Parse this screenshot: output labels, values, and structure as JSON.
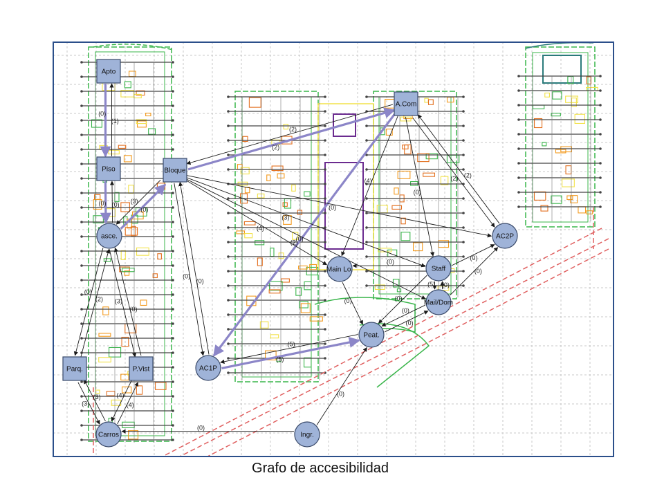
{
  "caption": "Grafo de accesibilidad",
  "colors": {
    "node_fill": "#9fb3d8",
    "node_stroke": "#3a4a6a",
    "highlight_edge": "#8c86c8",
    "edge": "#1a1a1a",
    "frame": "#2b4f8a"
  },
  "nodes": [
    {
      "id": "apto",
      "label": "Apto",
      "shape": "square"
    },
    {
      "id": "piso",
      "label": "Piso",
      "shape": "square"
    },
    {
      "id": "bloque",
      "label": "Bloque",
      "shape": "square"
    },
    {
      "id": "acom",
      "label": "A.Com",
      "shape": "square"
    },
    {
      "id": "asce",
      "label": "asce.",
      "shape": "circle"
    },
    {
      "id": "ac2p",
      "label": "AC2P",
      "shape": "circle"
    },
    {
      "id": "mainlo",
      "label": "Main Lo.",
      "shape": "circle"
    },
    {
      "id": "staff",
      "label": "Staff",
      "shape": "circle"
    },
    {
      "id": "maildom",
      "label": "Mail/Dom",
      "shape": "circle"
    },
    {
      "id": "peat",
      "label": "Peat.",
      "shape": "circle"
    },
    {
      "id": "ac1p",
      "label": "AC1P",
      "shape": "circle"
    },
    {
      "id": "parq",
      "label": "Parq.",
      "shape": "square"
    },
    {
      "id": "pvist",
      "label": "P.Vist",
      "shape": "square"
    },
    {
      "id": "carros",
      "label": "Carros",
      "shape": "circle"
    },
    {
      "id": "ingr",
      "label": "Ingr.",
      "shape": "circle"
    }
  ],
  "edges": [
    {
      "from": "apto",
      "to": "piso",
      "label": "(0)",
      "highlight": true
    },
    {
      "from": "piso",
      "to": "apto",
      "label": "(1)",
      "highlight": false
    },
    {
      "from": "piso",
      "to": "asce",
      "label": "(0)",
      "highlight": true
    },
    {
      "from": "asce",
      "to": "piso",
      "label": "(0)",
      "highlight": false
    },
    {
      "from": "asce",
      "to": "bloque",
      "label": "(0)",
      "highlight": true
    },
    {
      "from": "bloque",
      "to": "asce",
      "label": "(3)",
      "highlight": false
    },
    {
      "from": "bloque",
      "to": "acom",
      "label": "(2)",
      "highlight": true
    },
    {
      "from": "acom",
      "to": "bloque",
      "label": "(2)",
      "highlight": false
    },
    {
      "from": "acom",
      "to": "ac1p",
      "label": "(2)",
      "highlight": true
    },
    {
      "from": "ac1p",
      "to": "peat",
      "label": "(5)",
      "highlight": true
    },
    {
      "from": "peat",
      "to": "ac1p",
      "label": "(5)",
      "highlight": false
    },
    {
      "from": "bloque",
      "to": "ac1p",
      "label": "(0)",
      "highlight": false
    },
    {
      "from": "ac1p",
      "to": "bloque",
      "label": "(0)",
      "highlight": false
    },
    {
      "from": "bloque",
      "to": "ac2p",
      "label": "(0)",
      "highlight": false
    },
    {
      "from": "bloque",
      "to": "mainlo",
      "label": "(4)",
      "highlight": false
    },
    {
      "from": "bloque",
      "to": "staff",
      "label": "(3)",
      "highlight": false
    },
    {
      "from": "bloque",
      "to": "maildom",
      "label": "(0)",
      "highlight": false
    },
    {
      "from": "acom",
      "to": "ac2p",
      "label": "(2)",
      "highlight": false
    },
    {
      "from": "ac2p",
      "to": "acom",
      "label": "(2)",
      "highlight": false
    },
    {
      "from": "acom",
      "to": "mainlo",
      "label": "(4)",
      "highlight": false
    },
    {
      "from": "acom",
      "to": "staff",
      "label": "(0)",
      "highlight": false
    },
    {
      "from": "mainlo",
      "to": "peat",
      "label": "(0)",
      "highlight": false
    },
    {
      "from": "staff",
      "to": "mainlo",
      "label": "(0)",
      "highlight": false
    },
    {
      "from": "staff",
      "to": "peat",
      "label": "(0)",
      "highlight": false
    },
    {
      "from": "maildom",
      "to": "peat",
      "label": "(0)",
      "highlight": false
    },
    {
      "from": "staff",
      "to": "ac2p",
      "label": "(0)",
      "highlight": false
    },
    {
      "from": "maildom",
      "to": "ac2p",
      "label": "(0)",
      "highlight": false
    },
    {
      "from": "staff",
      "to": "maildom",
      "label": "(5)",
      "highlight": false
    },
    {
      "from": "maildom",
      "to": "staff",
      "label": "(0)",
      "highlight": false
    },
    {
      "from": "peat",
      "to": "maildom",
      "label": "(0)",
      "highlight": false
    },
    {
      "from": "asce",
      "to": "parq",
      "label": "(0)",
      "highlight": false
    },
    {
      "from": "asce",
      "to": "pvist",
      "label": "(3)",
      "highlight": false
    },
    {
      "from": "parq",
      "to": "asce",
      "label": "(2)",
      "highlight": false
    },
    {
      "from": "pvist",
      "to": "asce",
      "label": "(0)",
      "highlight": false
    },
    {
      "from": "parq",
      "to": "carros",
      "label": "(3)",
      "highlight": false
    },
    {
      "from": "carros",
      "to": "parq",
      "label": "(3)",
      "highlight": false
    },
    {
      "from": "pvist",
      "to": "carros",
      "label": "(4)",
      "highlight": false
    },
    {
      "from": "carros",
      "to": "pvist",
      "label": "(4)",
      "highlight": false
    },
    {
      "from": "ingr",
      "to": "carros",
      "label": "(0)",
      "highlight": false
    },
    {
      "from": "ingr",
      "to": "peat",
      "label": "(0)",
      "highlight": false
    }
  ]
}
